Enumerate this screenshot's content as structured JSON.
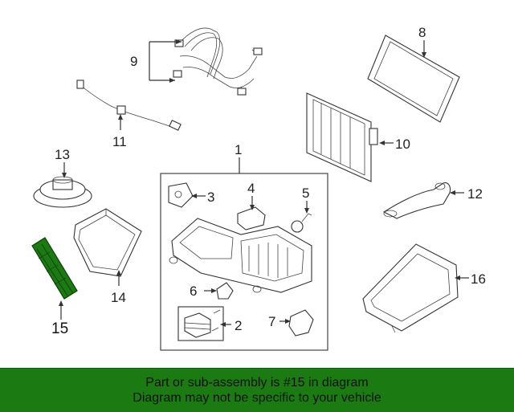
{
  "callouts": {
    "c1": "1",
    "c2": "2",
    "c3": "3",
    "c4": "4",
    "c5": "5",
    "c6": "6",
    "c7": "7",
    "c8": "8",
    "c9": "9",
    "c10": "10",
    "c11": "11",
    "c12": "12",
    "c13": "13",
    "c14": "14",
    "c15": "15",
    "c16": "16"
  },
  "banner": {
    "line1": "Part or sub-assembly is #15 in diagram",
    "line2": "Diagram may not be specific to your vehicle"
  },
  "colors": {
    "highlight_part": "#1b7a12",
    "banner_background": "#1b7a12",
    "banner_text": "#111111",
    "line_art": "#333333"
  }
}
